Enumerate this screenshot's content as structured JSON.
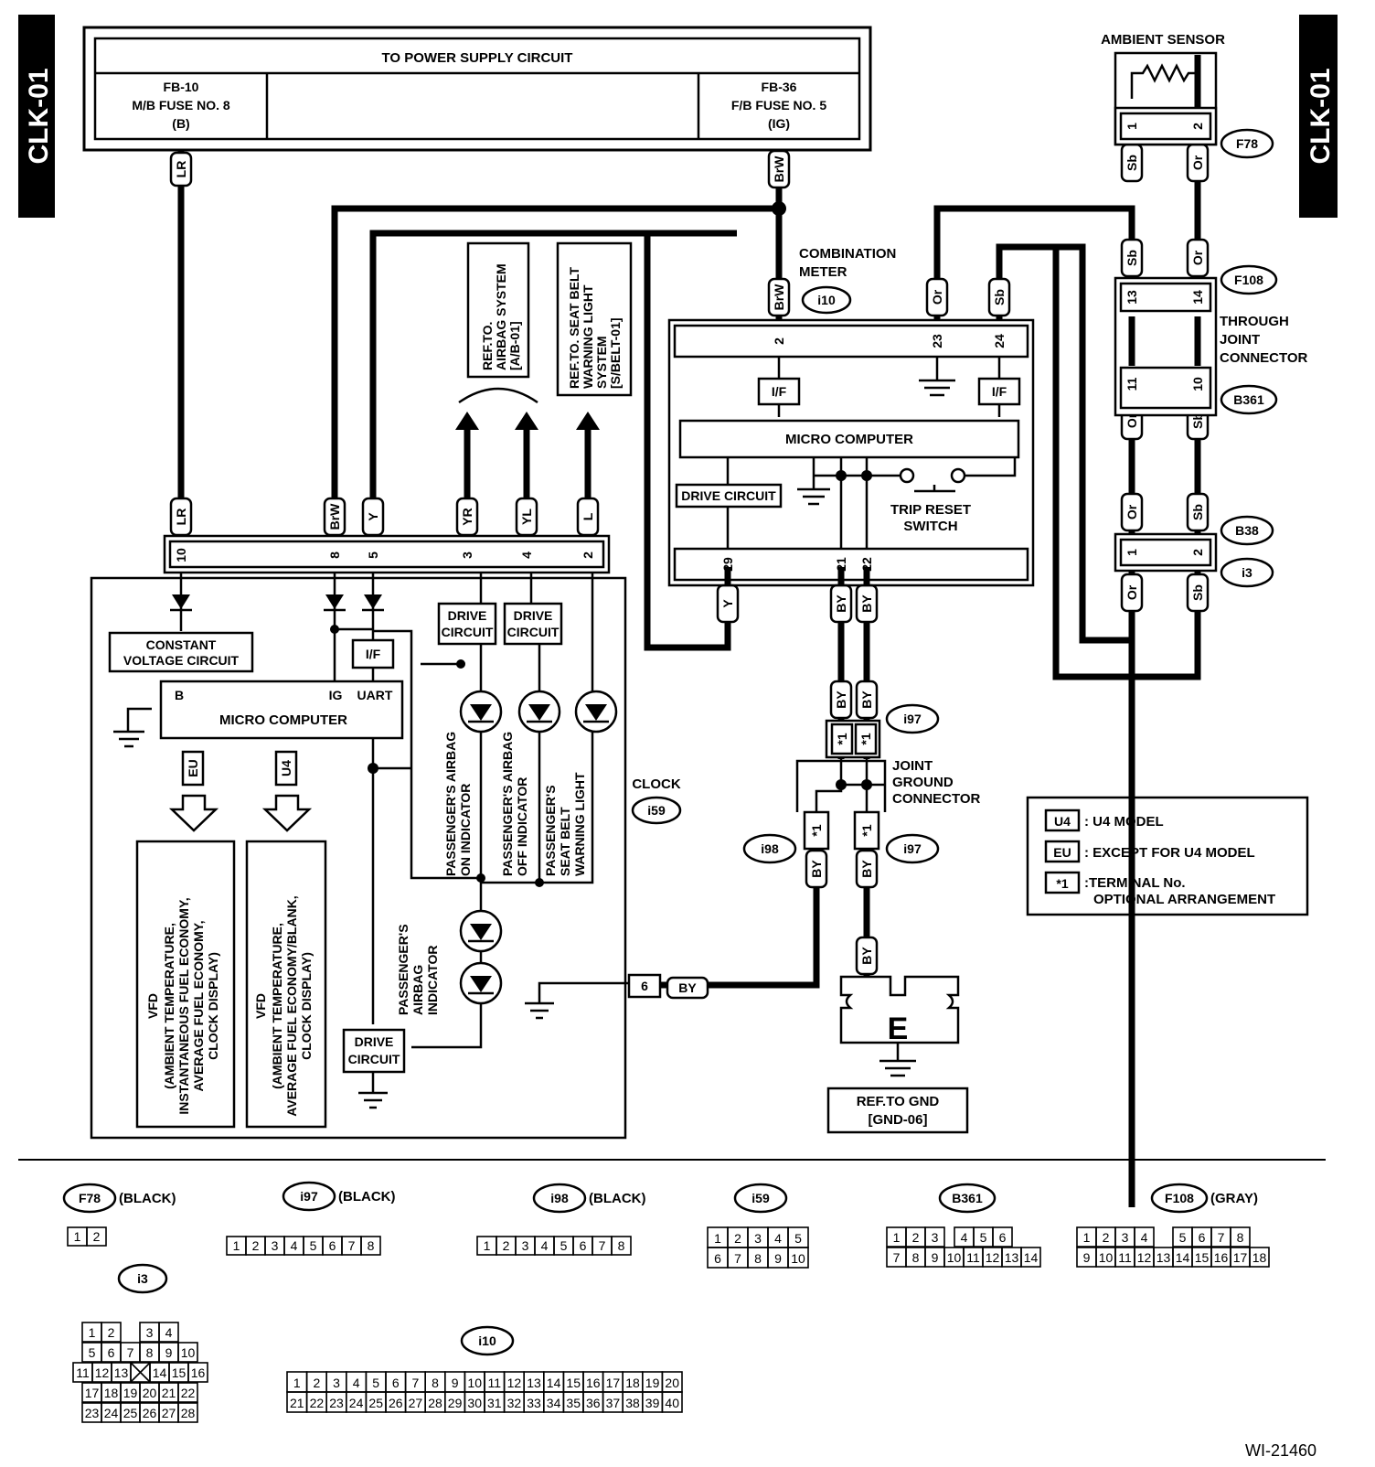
{
  "side_tab": {
    "left": "CLK-01",
    "right": "CLK-01"
  },
  "power": {
    "title": "TO POWER SUPPLY CIRCUIT",
    "fuse_left": [
      "FB-10",
      "M/B FUSE NO. 8",
      "(B)"
    ],
    "fuse_right": [
      "FB-36",
      "F/B FUSE NO. 5",
      "(IG)"
    ]
  },
  "wire_colors": [
    "LR",
    "BrW",
    "Y",
    "YR",
    "YL",
    "L",
    "Or",
    "Sb",
    "BY"
  ],
  "refs": {
    "airbag": [
      "REF.TO.",
      "AIRBAG SYSTEM",
      "[A/B-01]"
    ],
    "seatbelt": [
      "REF.TO. SEAT BELT",
      "WARNING LIGHT",
      "SYSTEM",
      "[S/BELT-01]"
    ],
    "gnd": [
      "REF.TO GND",
      "[GND-06]"
    ]
  },
  "clock": {
    "label": "CLOCK",
    "connector": "i59",
    "terminals": [
      "10",
      "8",
      "5",
      "3",
      "4",
      "2"
    ],
    "constant_voltage": [
      "CONSTANT",
      "VOLTAGE CIRCUIT"
    ],
    "if": "I/F",
    "micro": {
      "name": "MICRO COMPUTER",
      "b": "B",
      "ig": "IG",
      "uart": "UART"
    },
    "drive_circuit": [
      "DRIVE",
      "CIRCUIT"
    ],
    "eu": "EU",
    "u4": "U4",
    "vfd_eu": [
      "VFD",
      "(AMBIENT TEMPERATURE,",
      "INSTANTANEOUS FUEL ECONOMY,",
      "AVERAGE FUEL ECONOMY,",
      "CLOCK DISPLAY)"
    ],
    "vfd_u4": [
      "VFD",
      "(AMBIENT TEMPERATURE,",
      "AVERAGE FUEL ECONOMY/BLANK,",
      "CLOCK DISPLAY)"
    ],
    "ind_on": [
      "PASSENGER'S AIRBAG",
      "ON INDICATOR"
    ],
    "ind_off": [
      "PASSENGER'S AIRBAG",
      "OFF INDICATOR"
    ],
    "seatbelt_light": [
      "PASSENGER'S",
      "SEAT BELT",
      "WARNING LIGHT"
    ],
    "airbag_ind": [
      "PASSENGER'S",
      "AIRBAG",
      "INDICATOR"
    ],
    "gnd_terminal": "6"
  },
  "meter": {
    "label": [
      "COMBINATION",
      "METER"
    ],
    "connector": "i10",
    "top_terminals": [
      "2",
      "23",
      "24"
    ],
    "bottom_terminals": [
      "29",
      "21",
      "22"
    ],
    "if": "I/F",
    "micro": "MICRO COMPUTER",
    "drive": "DRIVE CIRCUIT",
    "trip": [
      "TRIP RESET",
      "SWITCH"
    ]
  },
  "ambient": {
    "label": "AMBIENT SENSOR",
    "connector": "F78",
    "pins": [
      "1",
      "2"
    ]
  },
  "through_joint": {
    "label": [
      "THROUGH",
      "JOINT",
      "CONNECTOR"
    ],
    "f108": "F108",
    "b361": "B361",
    "f108_pins": [
      "13",
      "14"
    ],
    "b361_pins": [
      "11",
      "10"
    ]
  },
  "b38": {
    "connector": "B38",
    "mate": "i3",
    "pins": [
      "1",
      "2"
    ]
  },
  "joint_ground": {
    "label": [
      "JOINT",
      "GROUND",
      "CONNECTOR"
    ],
    "i97": "i97",
    "i98": "i98",
    "star": "*1"
  },
  "ground": "E",
  "legend": [
    {
      "key": "U4",
      "text": ": U4 MODEL"
    },
    {
      "key": "EU",
      "text": ": EXCEPT FOR U4 MODEL"
    },
    {
      "key": "*1",
      "text": ":TERMINAL No.",
      "text2": "OPTIONAL ARRANGEMENT"
    }
  ],
  "connectors": {
    "F78": {
      "name": "F78",
      "color": "(BLACK)",
      "pins": [
        "1",
        "2"
      ]
    },
    "i97": {
      "name": "i97",
      "color": "(BLACK)",
      "pins": [
        "1",
        "2",
        "3",
        "4",
        "5",
        "6",
        "7",
        "8"
      ]
    },
    "i98": {
      "name": "i98",
      "color": "(BLACK)",
      "pins": [
        "1",
        "2",
        "3",
        "4",
        "5",
        "6",
        "7",
        "8"
      ]
    },
    "i59": {
      "name": "i59",
      "rows": [
        [
          "1",
          "2",
          "3",
          "4",
          "5"
        ],
        [
          "6",
          "7",
          "8",
          "9",
          "10"
        ]
      ]
    },
    "B361": {
      "name": "B361",
      "rows": [
        [
          "1",
          "2",
          "3",
          "",
          "4",
          "5",
          "6"
        ],
        [
          "7",
          "8",
          "9",
          "10",
          "11",
          "12",
          "13",
          "14"
        ]
      ]
    },
    "F108": {
      "name": "F108",
      "color": "(GRAY)",
      "rows": [
        [
          "1",
          "2",
          "3",
          "4",
          "",
          "5",
          "6",
          "7",
          "8"
        ],
        [
          "9",
          "10",
          "11",
          "12",
          "13",
          "14",
          "15",
          "16",
          "17",
          "18"
        ]
      ]
    },
    "i3": {
      "name": "i3",
      "rows": [
        [
          "1",
          "2",
          "",
          "",
          "3",
          "4"
        ],
        [
          "5",
          "6",
          "7",
          "8",
          "9",
          "10"
        ],
        [
          "11",
          "12",
          "13",
          "X",
          "14",
          "15",
          "16"
        ],
        [
          "17",
          "18",
          "19",
          "20",
          "21",
          "22"
        ],
        [
          "23",
          "24",
          "25",
          "26",
          "27",
          "28"
        ]
      ]
    },
    "i10": {
      "name": "i10",
      "rows": [
        [
          "1",
          "2",
          "3",
          "4",
          "5",
          "6",
          "7",
          "8",
          "9",
          "10",
          "11",
          "12",
          "13",
          "14",
          "15",
          "16",
          "17",
          "18",
          "19",
          "20"
        ],
        [
          "21",
          "22",
          "23",
          "24",
          "25",
          "26",
          "27",
          "28",
          "29",
          "30",
          "31",
          "32",
          "33",
          "34",
          "35",
          "36",
          "37",
          "38",
          "39",
          "40"
        ]
      ]
    }
  },
  "figure_id": "WI-21460"
}
